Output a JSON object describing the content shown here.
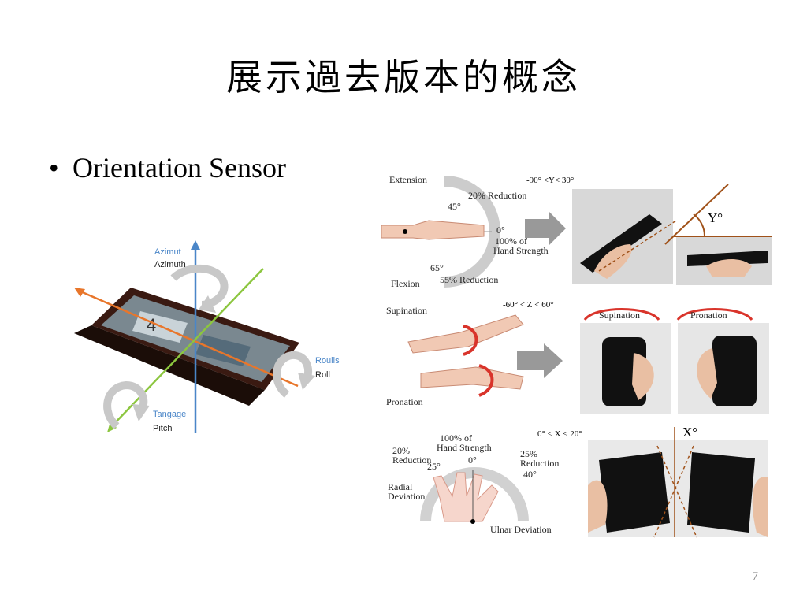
{
  "slide": {
    "title": "展示過去版本的概念",
    "bullets": [
      "Orientation Sensor"
    ],
    "page_number": "7"
  },
  "phone_diagram": {
    "azimut": "Azimut",
    "azimuth": "Azimuth",
    "roulis": "Roulis",
    "roll": "Roll",
    "tangage": "Tangage",
    "pitch": "Pitch",
    "clock": "4"
  },
  "panel1": {
    "range": "-90° <Y< 30°",
    "extension": "Extension",
    "flexion": "Flexion",
    "reduction_top": "20% Reduction",
    "angle_45": "45°",
    "angle_0": "0°",
    "strength_1": "100% of",
    "strength_2": "Hand Strength",
    "angle_65": "65°",
    "reduction_bottom": "55% Reduction",
    "axis": "Y°"
  },
  "panel2": {
    "range": "-60° < Z < 60°",
    "supination": "Supination",
    "pronation": "Pronation",
    "photo_supination": "Supination",
    "photo_pronation": "Pronation"
  },
  "panel3": {
    "range": "0° < X < 20°",
    "strength_1": "100% of",
    "strength_2": "Hand Strength",
    "reduction_left_1": "20%",
    "reduction_left_2": "Reduction",
    "angle_25": "25°",
    "angle_0": "0°",
    "reduction_right_1": "25%",
    "reduction_right_2": "Reduction",
    "angle_40": "40°",
    "radial_1": "Radial",
    "radial_2": "Deviation",
    "ulnar": "Ulnar Deviation",
    "axis": "X°"
  },
  "colors": {
    "orange": "#e8762b",
    "green": "#8cc63f",
    "blue": "#4a86c8",
    "red": "#d9342b",
    "brown": "#a0521a"
  }
}
